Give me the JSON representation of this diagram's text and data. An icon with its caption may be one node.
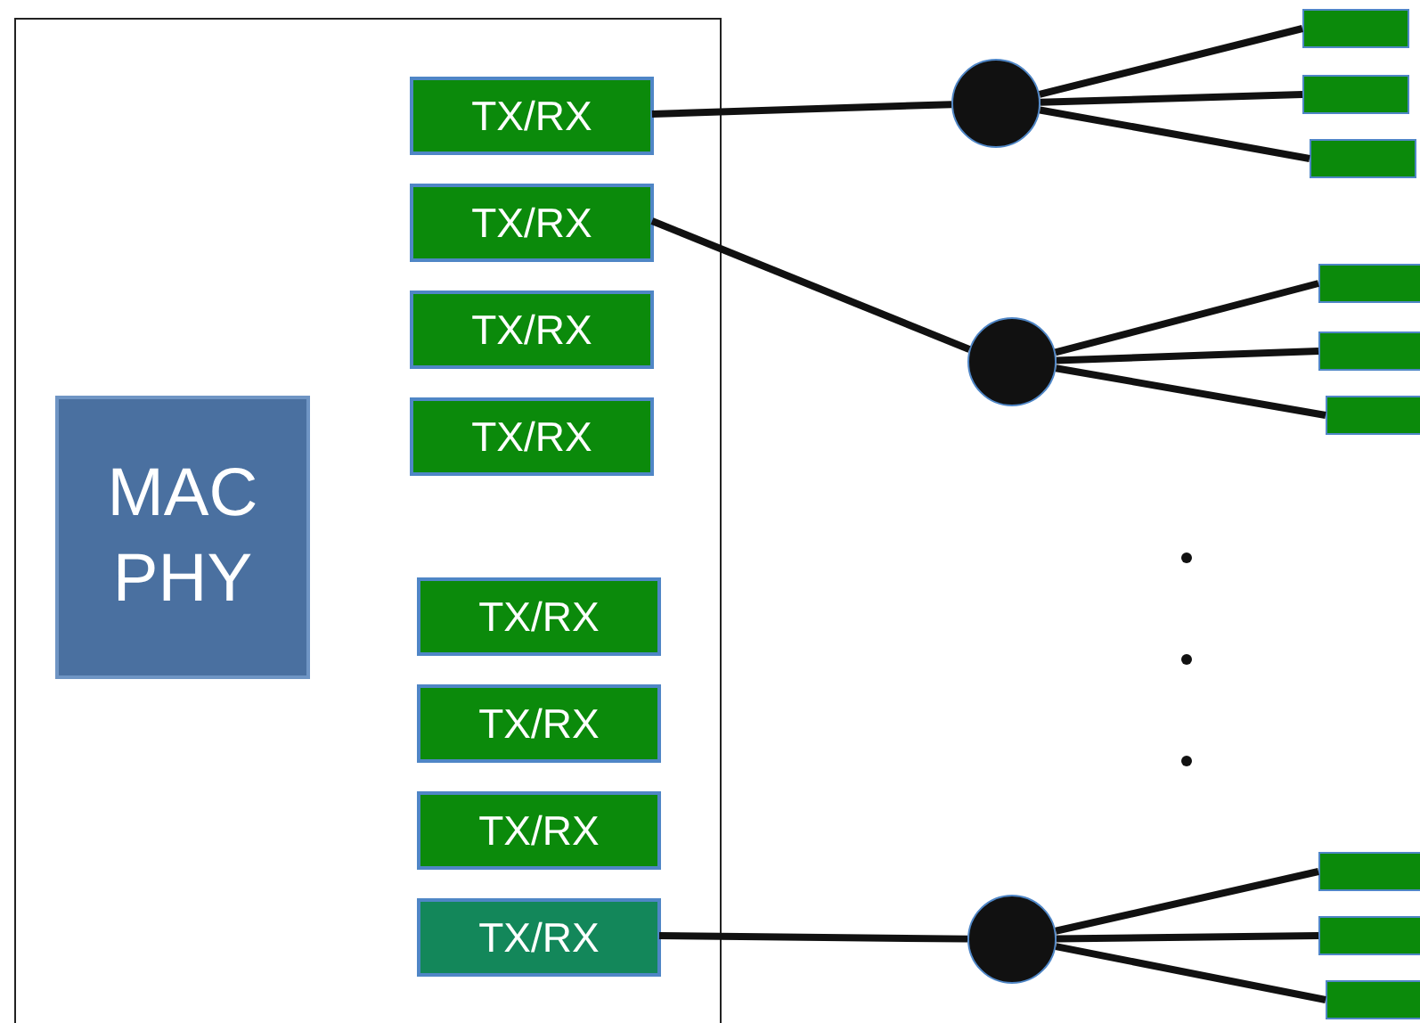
{
  "diagram": {
    "nodes": [
      {
        "text": [],
        "shape": "box"
      },
      {
        "text": [
          "MAC PHY"
        ],
        "in": 0
      },
      {
        "text": [
          "TX/RX"
        ],
        "in": 0
      },
      {
        "text": [
          "TX/RX"
        ],
        "in": 0
      },
      {
        "text": [
          "TX/RX"
        ],
        "in": 0
      },
      {
        "text": [
          "TX/RX"
        ],
        "in": 0
      },
      {
        "text": [
          "TX/RX"
        ],
        "in": 0
      },
      {
        "text": [
          "TX/RX"
        ],
        "in": 0
      },
      {
        "text": [
          "TX/RX"
        ],
        "in": 0
      },
      {
        "text": [
          "TX/RX"
        ],
        "in": 0
      },
      {
        "text": [],
        "shape": "circle"
      },
      {
        "text": [],
        "shape": "circle"
      },
      {
        "text": [],
        "shape": "circle"
      },
      {
        "text": [],
        "shape": "bar"
      },
      {
        "text": [],
        "shape": "bar"
      },
      {
        "text": [],
        "shape": "bar"
      },
      {
        "text": [],
        "shape": "bar"
      },
      {
        "text": [],
        "shape": "bar"
      },
      {
        "text": [],
        "shape": "bar"
      },
      {
        "text": [],
        "shape": "bar"
      },
      {
        "text": [],
        "shape": "bar"
      },
      {
        "text": [],
        "shape": "bar"
      }
    ],
    "edges": [
      {
        "from": 2,
        "to": 10,
        "arrow": "none"
      },
      {
        "from": 3,
        "to": 11,
        "arrow": "none"
      },
      {
        "from": 9,
        "to": 12,
        "arrow": "none"
      },
      {
        "from": 10,
        "to": 13,
        "arrow": "none"
      },
      {
        "from": 10,
        "to": 14,
        "arrow": "none"
      },
      {
        "from": 10,
        "to": 15,
        "arrow": "none"
      },
      {
        "from": 11,
        "to": 16,
        "arrow": "none"
      },
      {
        "from": 11,
        "to": 17,
        "arrow": "none"
      },
      {
        "from": 11,
        "to": 18,
        "arrow": "none"
      },
      {
        "from": 12,
        "to": 19,
        "arrow": "none"
      },
      {
        "from": 12,
        "to": 20,
        "arrow": "none"
      },
      {
        "from": 12,
        "to": 21,
        "arrow": "none"
      }
    ]
  }
}
